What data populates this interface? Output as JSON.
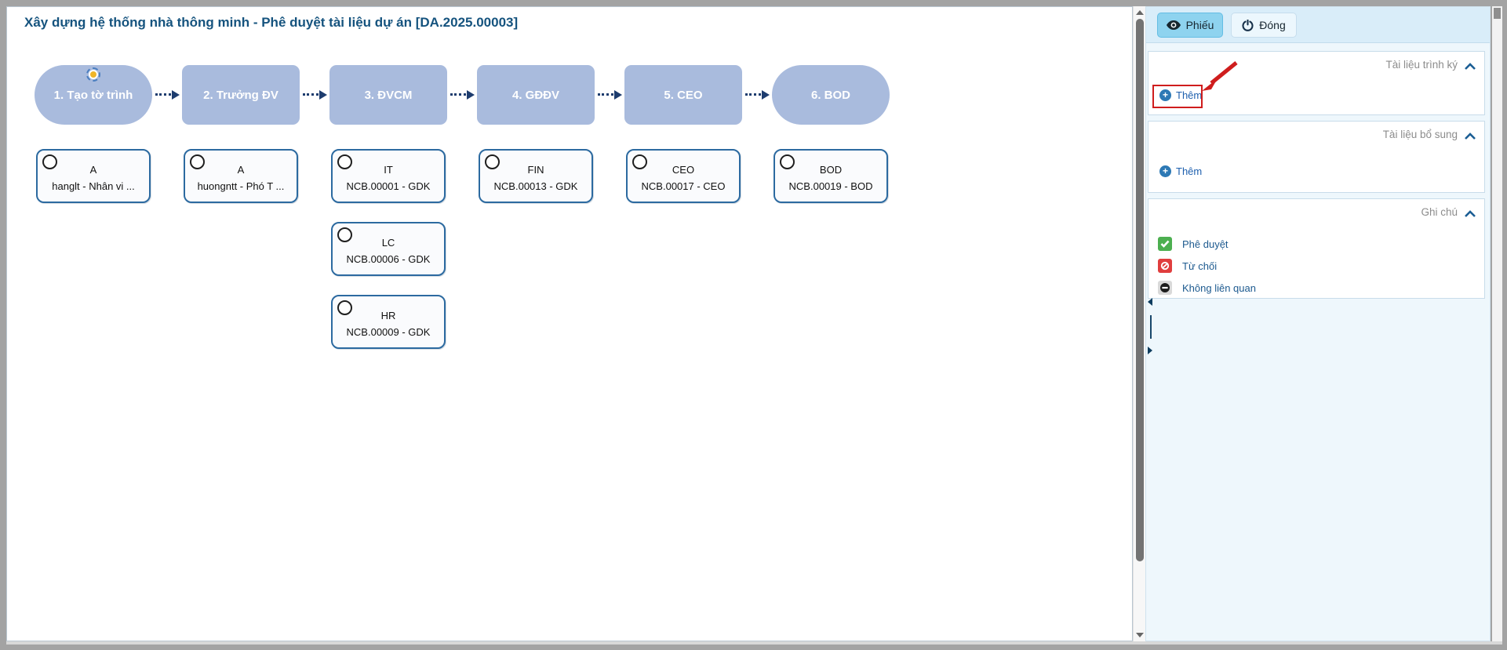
{
  "main": {
    "title": "Xây dựng hệ thống nhà thông minh - Phê duyệt tài liệu dự án [DA.2025.00003]",
    "steps": [
      {
        "label": "1. Tạo tờ trình",
        "shape": "stadium",
        "current": true
      },
      {
        "label": "2. Trưởng ĐV",
        "shape": "rect",
        "current": false
      },
      {
        "label": "3. ĐVCM",
        "shape": "rect",
        "current": false
      },
      {
        "label": "4. GĐĐV",
        "shape": "rect",
        "current": false
      },
      {
        "label": "5. CEO",
        "shape": "rect",
        "current": false
      },
      {
        "label": "6. BOD",
        "shape": "stadium",
        "current": false
      }
    ],
    "columns": [
      [
        {
          "line1": "A",
          "line2": "hanglt - Nhân vi ..."
        }
      ],
      [
        {
          "line1": "A",
          "line2": "huongntt - Phó T ..."
        }
      ],
      [
        {
          "line1": "IT",
          "line2": "NCB.00001 - GDK"
        },
        {
          "line1": "LC",
          "line2": "NCB.00006 - GDK"
        },
        {
          "line1": "HR",
          "line2": "NCB.00009 - GDK"
        }
      ],
      [
        {
          "line1": "FIN",
          "line2": "NCB.00013 - GDK"
        }
      ],
      [
        {
          "line1": "CEO",
          "line2": "NCB.00017 - CEO"
        }
      ],
      [
        {
          "line1": "BOD",
          "line2": "NCB.00019 - BOD"
        }
      ]
    ]
  },
  "sidebar": {
    "toolbar": {
      "view_button": "Phiếu",
      "close_button": "Đóng"
    },
    "sections": [
      {
        "title": "Tài liệu trình ký",
        "add_link": "Thêm",
        "annotated": true
      },
      {
        "title": "Tài liệu bổ sung",
        "add_link": "Thêm",
        "annotated": false
      },
      {
        "title": "Ghi chú"
      }
    ],
    "legend": [
      {
        "type": "approve",
        "label": "Phê duyệt",
        "color": "#4caf50"
      },
      {
        "type": "reject",
        "label": "Từ chối",
        "color": "#e03e3e"
      },
      {
        "type": "not-related",
        "label": "Không liên quan",
        "color": "#1c1c1c"
      }
    ]
  },
  "colors": {
    "title_text": "#15537e",
    "node_fill": "#a9bbdd",
    "connector": "#1d3c6e",
    "card_border": "#2c6aa0",
    "link_blue": "#1d5fae",
    "annotation_red": "#cf1d1d",
    "view_button_bg": "#8ed3ef",
    "toolbar_bg": "#d9edf9"
  }
}
